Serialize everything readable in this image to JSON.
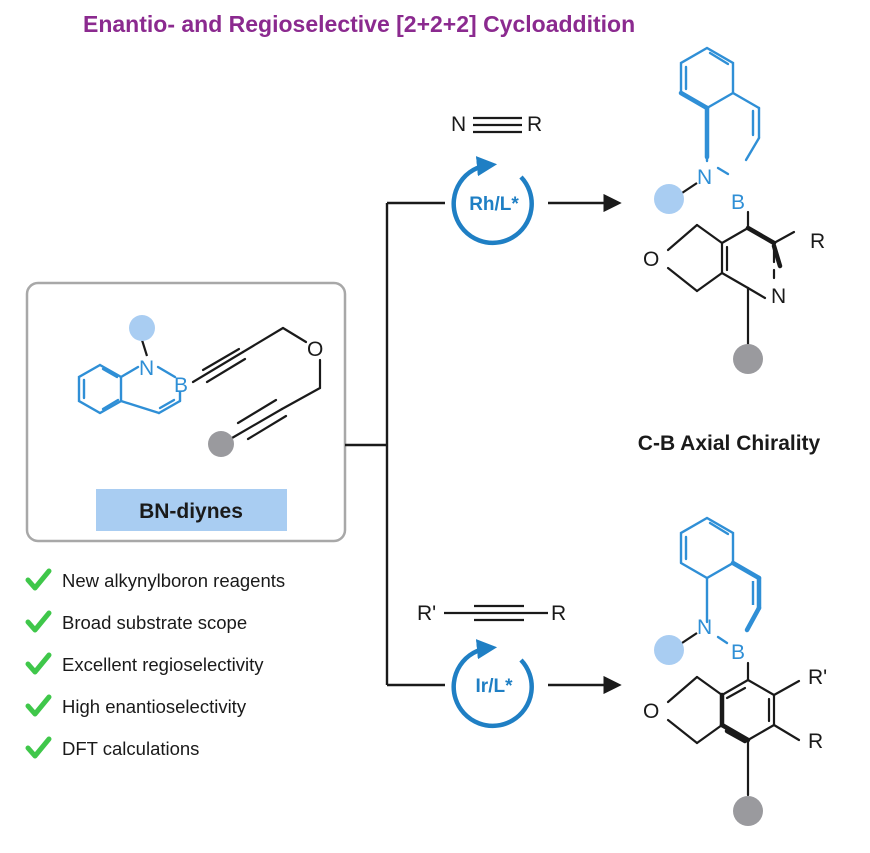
{
  "title": "Enantio- and Regioselective [2+2+2] Cycloaddition",
  "substrate": {
    "label": "BN-diynes",
    "atoms": {
      "n": "N",
      "b": "B",
      "o": "O"
    }
  },
  "top_reaction": {
    "reagent": {
      "left": "N",
      "right": "R"
    },
    "catalyst": "Rh/L*",
    "product_atoms": {
      "n": "N",
      "b": "B",
      "o": "O",
      "ring_n": "N",
      "r": "R"
    },
    "product_label": "C-B Axial Chirality"
  },
  "bottom_reaction": {
    "reagent": {
      "left": "R'",
      "right": "R"
    },
    "catalyst": "Ir/L*",
    "product_atoms": {
      "n": "N",
      "b": "B",
      "o": "O",
      "r_prime": "R'",
      "r": "R"
    }
  },
  "features": [
    "New alkynylboron reagents",
    "Broad substrate scope",
    "Excellent regioselectivity",
    "High enantioselectivity",
    "DFT calculations"
  ],
  "colors": {
    "title": "#8b2a8f",
    "bn_blue": "#2f8fd6",
    "cat_blue": "#1f7fc4",
    "placeholder_blue": "#a9cdf2",
    "placeholder_grey": "#9a9a9e",
    "label_bg": "#a9cdf2",
    "check": "#3fc74a",
    "box_border": "#a8a8a8",
    "ink": "#1a1a1a"
  }
}
